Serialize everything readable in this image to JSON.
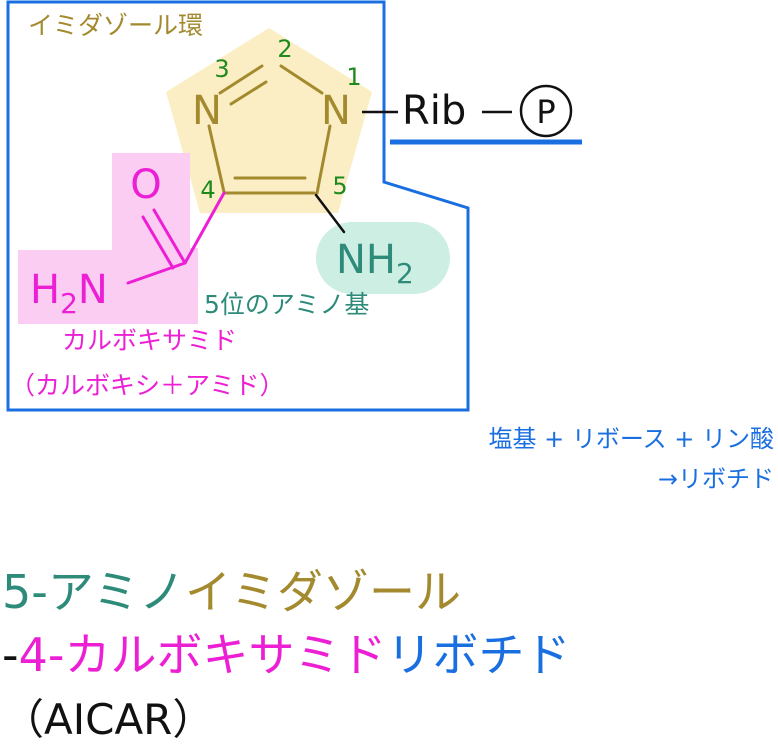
{
  "labels": {
    "ring_name": "イミダゾール環",
    "amino_name": "5位のアミノ基",
    "carboxamide_name": "カルボキサミド",
    "carboxamide_note": "（カルボキシ＋アミド）",
    "nucleotide_note_1": "塩基 + リボース + リン酸",
    "nucleotide_note_2": "→リボチド"
  },
  "atoms": {
    "n3": "N",
    "n1": "N",
    "o": "O",
    "h2n_h": "H",
    "h2n_sub": "2",
    "h2n_n": "N",
    "nh2_nh": "NH",
    "nh2_sub": "2",
    "rib": "Rib",
    "phosphate": "P"
  },
  "positions": {
    "p1": "1",
    "p2": "2",
    "p3": "3",
    "p4": "4",
    "p5": "5"
  },
  "title": {
    "line1_a": "5-アミノ",
    "line1_b": "イミダゾール",
    "line2_dash": "-",
    "line2_a": "4-カルボキサミド",
    "line2_b": "リボチド",
    "line3": "（AICAR）"
  },
  "colors": {
    "olive": "#a38a2e",
    "teal": "#2e8b7a",
    "magenta": "#ec1fd4",
    "blue": "#1a6fe0",
    "green": "#1e8a1e",
    "ring_fill": "#fbeec4",
    "amino_fill": "#cdeee3",
    "amide_fill": "#fbcdf2",
    "box_stroke": "#1a6fe0"
  }
}
